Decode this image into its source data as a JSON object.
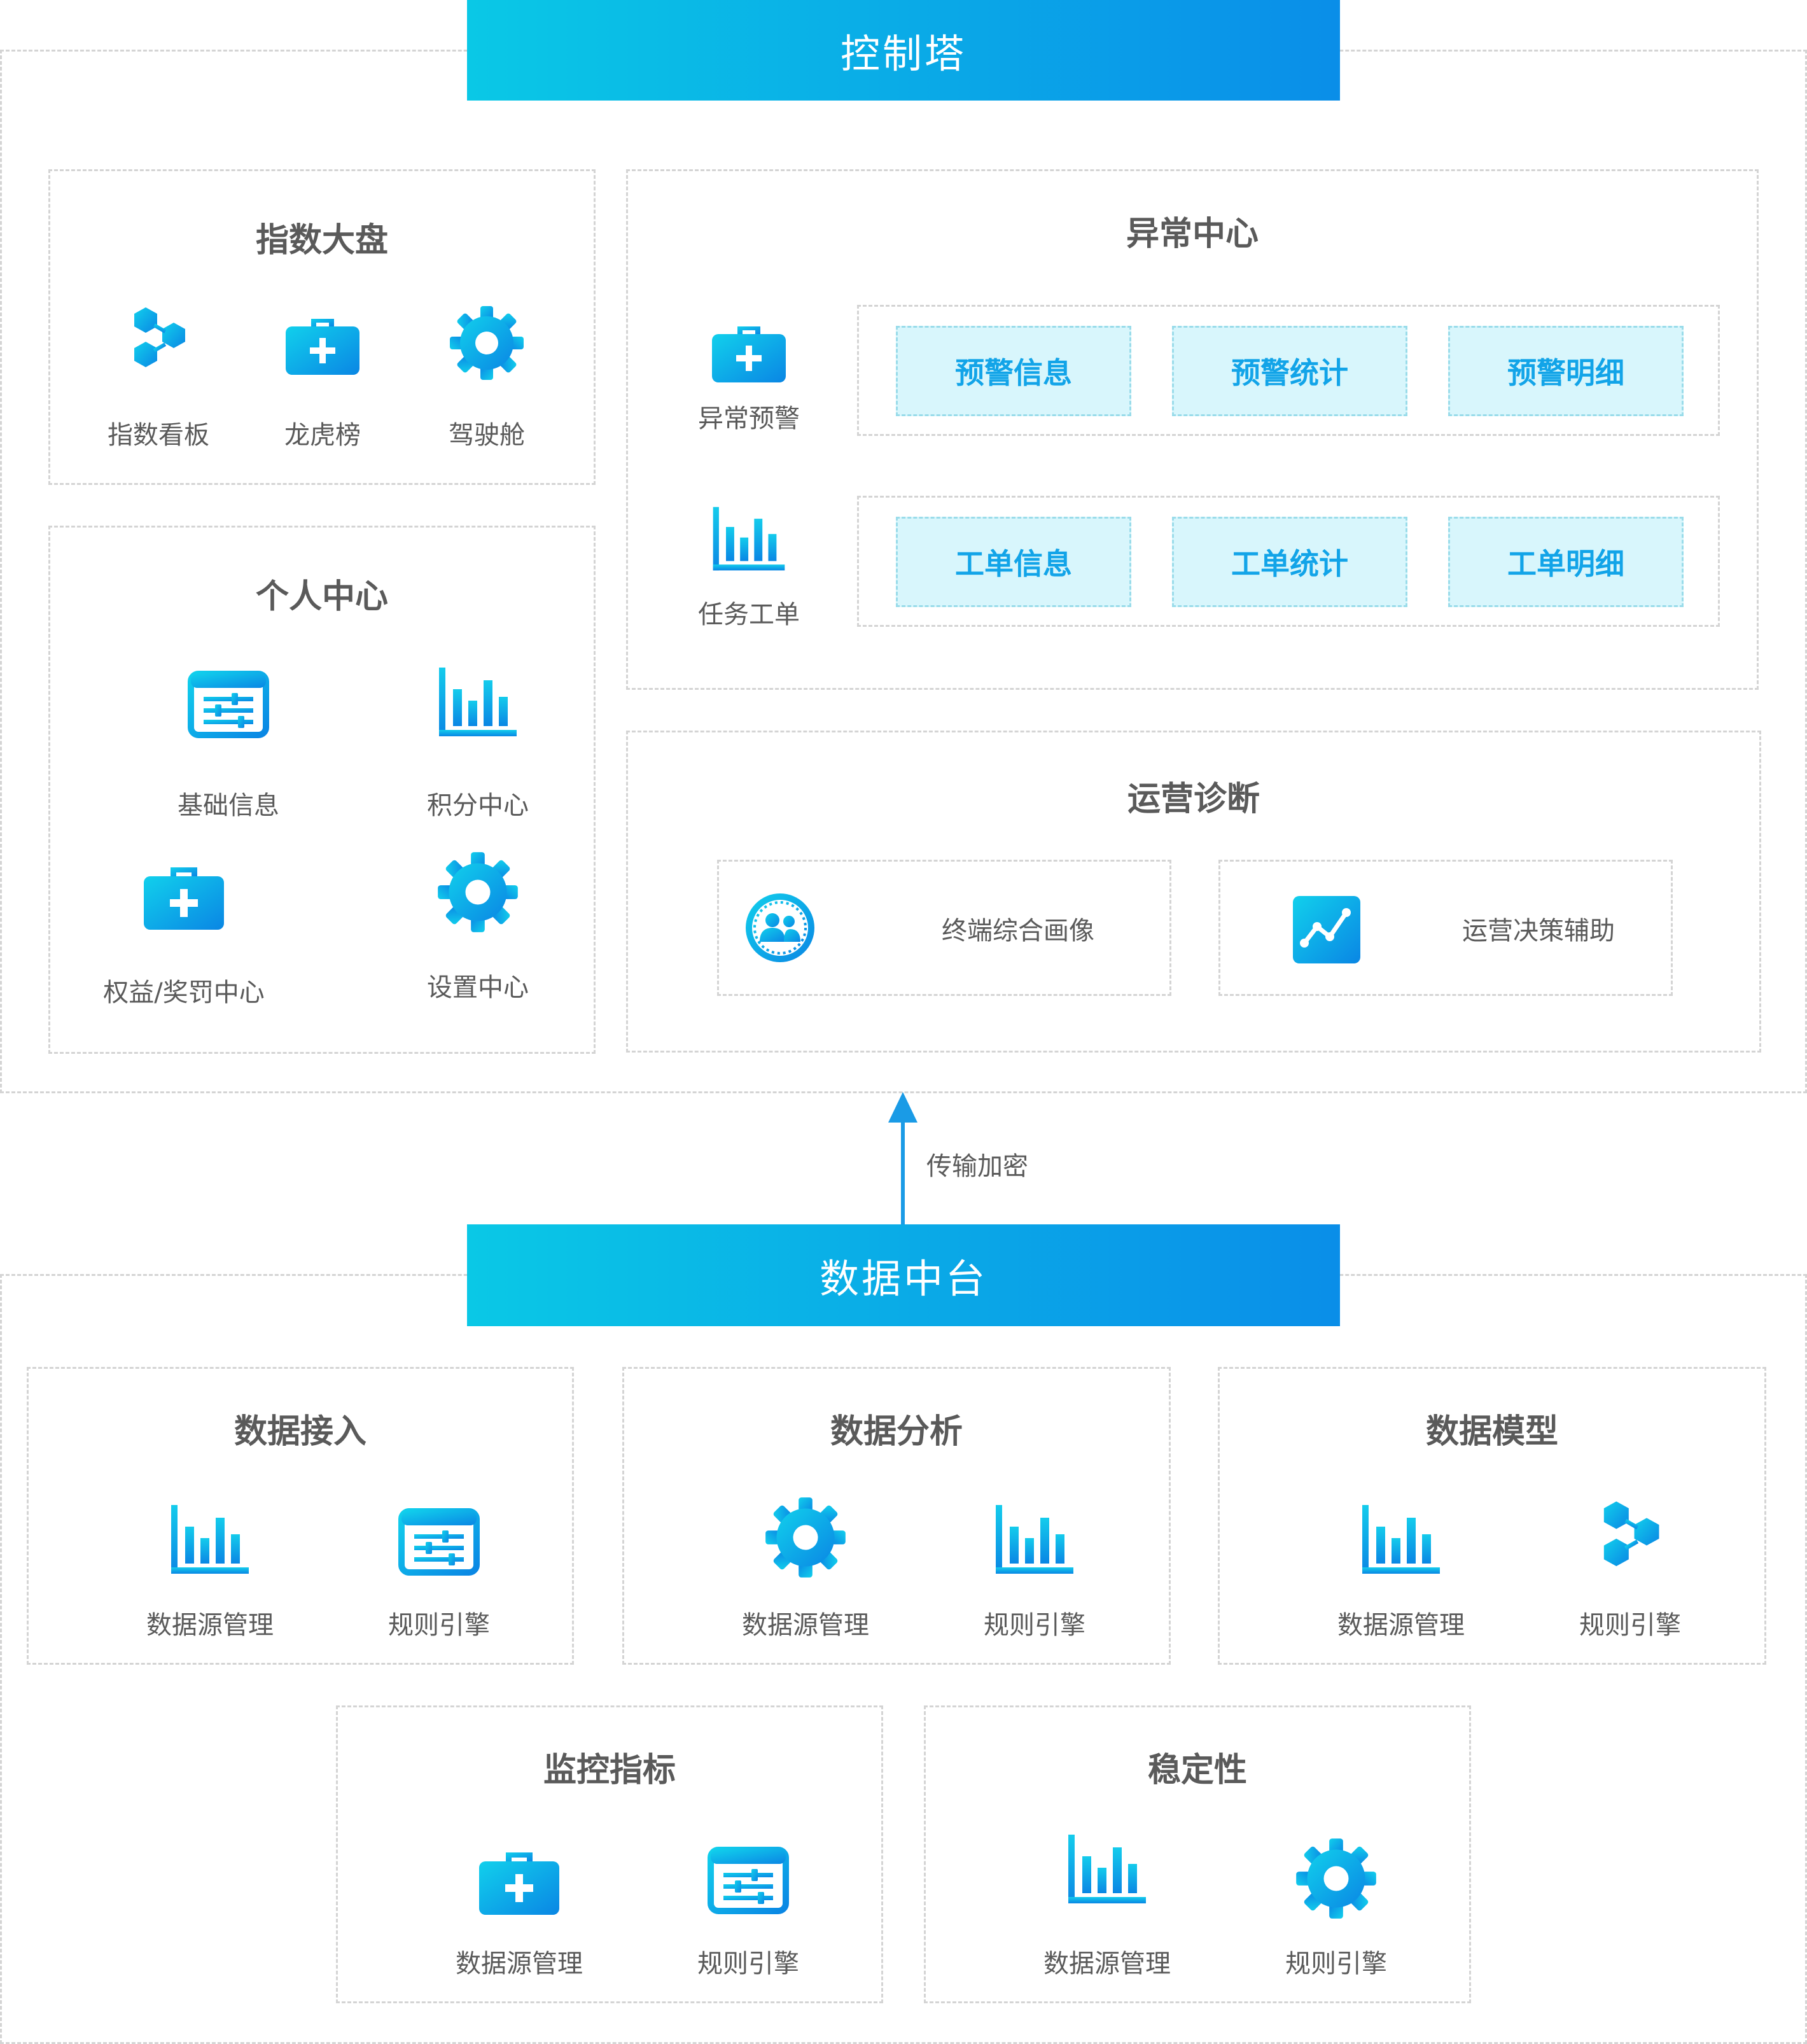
{
  "control_tower": {
    "title": "控制塔",
    "index_panel": {
      "title": "指数大盘",
      "items": [
        {
          "label": "指数看板",
          "icon": "hexagon-network-icon"
        },
        {
          "label": "龙虎榜",
          "icon": "medical-kit-icon"
        },
        {
          "label": "驾驶舱",
          "icon": "gear-icon"
        }
      ]
    },
    "personal_panel": {
      "title": "个人中心",
      "items": [
        {
          "label": "基础信息",
          "icon": "sliders-card-icon"
        },
        {
          "label": "积分中心",
          "icon": "bar-chart-icon"
        },
        {
          "label": "权益/奖罚中心",
          "icon": "medical-kit-icon"
        },
        {
          "label": "设置中心",
          "icon": "gear-icon"
        }
      ]
    },
    "exception_panel": {
      "title": "异常中心",
      "rows": [
        {
          "label": "异常预警",
          "icon": "medical-kit-icon",
          "chips": [
            "预警信息",
            "预警统计",
            "预警明细"
          ]
        },
        {
          "label": "任务工单",
          "icon": "bar-chart-icon",
          "chips": [
            "工单信息",
            "工单统计",
            "工单明细"
          ]
        }
      ]
    },
    "ops_panel": {
      "title": "运营诊断",
      "cards": [
        {
          "label": "终端综合画像",
          "icon": "user-group-icon"
        },
        {
          "label": "运营决策辅助",
          "icon": "trend-line-icon"
        }
      ]
    }
  },
  "arrow_label": "传输加密",
  "data_platform": {
    "title": "数据中台",
    "panels": [
      {
        "title": "数据接入",
        "items": [
          {
            "label": "数据源管理",
            "icon": "bar-chart-icon"
          },
          {
            "label": "规则引擎",
            "icon": "sliders-card-icon"
          }
        ]
      },
      {
        "title": "数据分析",
        "items": [
          {
            "label": "数据源管理",
            "icon": "gear-icon"
          },
          {
            "label": "规则引擎",
            "icon": "bar-chart-icon"
          }
        ]
      },
      {
        "title": "数据模型",
        "items": [
          {
            "label": "数据源管理",
            "icon": "bar-chart-icon"
          },
          {
            "label": "规则引擎",
            "icon": "hexagon-network-icon"
          }
        ]
      },
      {
        "title": "监控指标",
        "items": [
          {
            "label": "数据源管理",
            "icon": "medical-kit-icon"
          },
          {
            "label": "规则引擎",
            "icon": "sliders-card-icon"
          }
        ]
      },
      {
        "title": "稳定性",
        "items": [
          {
            "label": "数据源管理",
            "icon": "bar-chart-icon"
          },
          {
            "label": "规则引擎",
            "icon": "gear-icon"
          }
        ]
      }
    ]
  },
  "colors": {
    "accent_start": "#0ac8e6",
    "accent_end": "#0a8ee8",
    "chip_bg": "#d8f6fc",
    "chip_text": "#12a4e8"
  }
}
